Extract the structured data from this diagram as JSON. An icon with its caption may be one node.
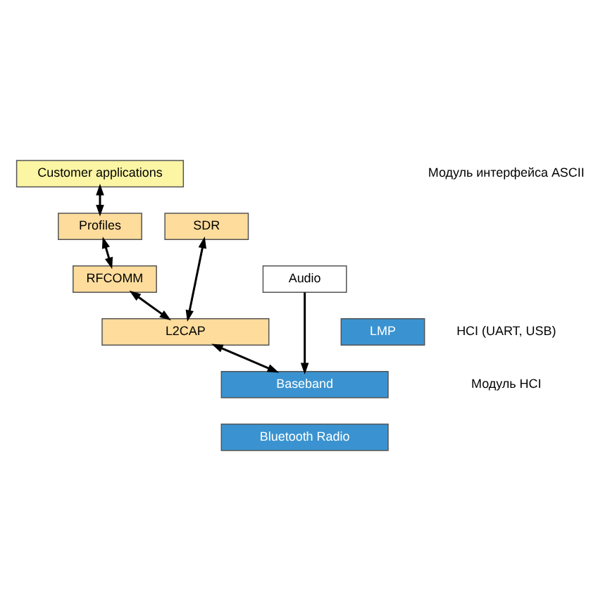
{
  "diagram": {
    "nodes": [
      {
        "text": [
          "Customer applications"
        ]
      },
      {
        "text": [
          "Profiles"
        ]
      },
      {
        "text": [
          "SDR"
        ]
      },
      {
        "text": [
          "RFCOMM"
        ]
      },
      {
        "text": [
          "Audio"
        ]
      },
      {
        "text": [
          "L2CAP"
        ]
      },
      {
        "text": [
          "LMP"
        ]
      },
      {
        "text": [
          "Baseband"
        ]
      },
      {
        "text": [
          "Bluetooth Radio"
        ]
      }
    ],
    "edges": [
      {
        "from": 0,
        "to": 1,
        "arrow": "both"
      },
      {
        "from": 1,
        "to": 3,
        "arrow": "both"
      },
      {
        "from": 3,
        "to": 5,
        "arrow": "both"
      },
      {
        "from": 2,
        "to": 5,
        "arrow": "both"
      },
      {
        "from": 5,
        "to": 7,
        "arrow": "both"
      },
      {
        "from": 4,
        "to": 7,
        "arrow": "to"
      }
    ],
    "labels": [
      "Модуль интерфейса ASCII",
      "HCI (UART, USB)",
      "Модуль HCI"
    ]
  }
}
